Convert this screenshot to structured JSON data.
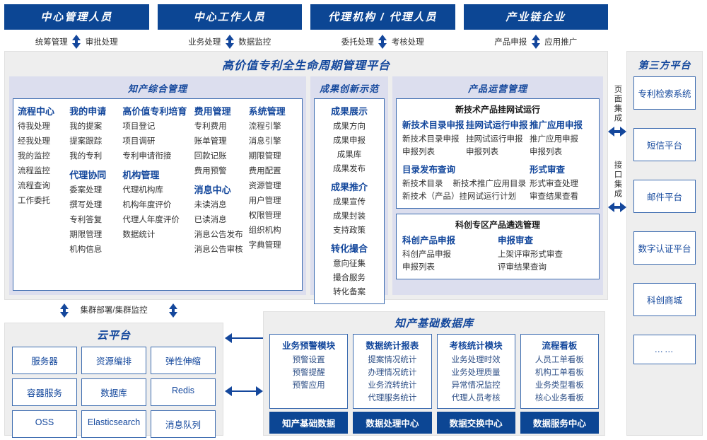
{
  "actors": [
    {
      "title": "中心管理人员",
      "subs": [
        "统筹管理",
        "审批处理"
      ]
    },
    {
      "title": "中心工作人员",
      "subs": [
        "业务处理",
        "数据监控"
      ]
    },
    {
      "title": "代理机构 / 代理人员",
      "subs": [
        "委托处理",
        "考核处理"
      ]
    },
    {
      "title": "产业链企业",
      "subs": [
        "产品申报",
        "应用推广"
      ]
    }
  ],
  "platform": {
    "title": "高价值专利全生命周期管理平台",
    "zone_a": {
      "title": "知产综合管理",
      "columns": [
        {
          "groups": [
            {
              "header": "流程中心",
              "items": [
                "待我处理",
                "经我处理",
                "我的监控",
                "流程监控",
                "流程查询",
                "工作委托"
              ]
            }
          ]
        },
        {
          "groups": [
            {
              "header": "我的申请",
              "items": [
                "我的提案",
                "提案跟踪",
                "我的专利"
              ]
            },
            {
              "header": "代理协同",
              "items": [
                "委案处理",
                "撰写处理",
                "专利答复",
                "期限管理",
                "机构信息"
              ]
            }
          ]
        },
        {
          "groups": [
            {
              "header": "高价值专利培育",
              "items": [
                "项目登记",
                "项目调研",
                "专利申请衔接"
              ]
            },
            {
              "header": "机构管理",
              "items": [
                "代理机构库",
                "机构年度评价",
                "代理人年度评价",
                "数据统计"
              ]
            }
          ]
        },
        {
          "groups": [
            {
              "header": "费用管理",
              "items": [
                "专利费用",
                "账单管理",
                "回款记账",
                "费用预警"
              ]
            },
            {
              "header": "消息中心",
              "items": [
                "未读消息",
                "已读消息",
                "消息公告发布",
                "消息公告审核"
              ]
            }
          ]
        },
        {
          "groups": [
            {
              "header": "系统管理",
              "items": [
                "流程引擎",
                "消息引擎",
                "期限管理",
                "费用配置",
                "资源管理",
                "用户管理",
                "权限管理",
                "组织机构",
                "字典管理"
              ]
            }
          ]
        }
      ]
    },
    "zone_b": {
      "title": "成果创新示范",
      "groups": [
        {
          "header": "成果展示",
          "items": [
            "成果方向",
            "成果申报",
            "成果库",
            "成果发布"
          ]
        },
        {
          "header": "成果推介",
          "items": [
            "成果宣传",
            "成果封装",
            "支持政策"
          ]
        },
        {
          "header": "转化撮合",
          "items": [
            "意向征集",
            "撮合服务",
            "转化备案"
          ]
        }
      ]
    },
    "zone_c": {
      "title": "产品运营管理",
      "boxes": [
        {
          "title": "新技术产品挂网试运行",
          "row1": [
            {
              "header": "新技术目录申报",
              "items": [
                "新技术目录申报",
                "申报列表"
              ]
            },
            {
              "header": "挂网试运行申报",
              "items": [
                "挂网试运行申报",
                "申报列表"
              ]
            },
            {
              "header": "推广应用申报",
              "items": [
                "推广应用申报",
                "申报列表"
              ]
            }
          ],
          "row2_left": {
            "header": "目录发布查询",
            "inline": [
              "新技术目录",
              "新技术推广应用目录"
            ],
            "items": [
              "新技术（产品）挂网试运行计划"
            ]
          },
          "row2_right": {
            "header": "形式审查",
            "items": [
              "形式审查处理",
              "审查结果查看"
            ]
          }
        },
        {
          "title": "科创专区产品遴选管理",
          "row1": [
            {
              "header": "科创产品申报",
              "items": [
                "科创产品申报",
                "申报列表"
              ]
            },
            {
              "header": "申报审查",
              "items": [
                "上架评审形式审查",
                "评审结果查询"
              ]
            }
          ]
        }
      ]
    }
  },
  "integration": {
    "page_label": "页面集成",
    "api_label": "接口集成"
  },
  "third_party": {
    "title": "第三方平台",
    "items": [
      "专利检索系统",
      "短信平台",
      "邮件平台",
      "数字认证平台",
      "科创商城",
      "……"
    ]
  },
  "cluster": {
    "label": "集群部署/集群监控"
  },
  "cloud": {
    "title": "云平台",
    "cells": [
      "服务器",
      "资源编排",
      "弹性伸缩",
      "容器服务",
      "数据库",
      "Redis",
      "OSS",
      "Elasticsearch",
      "消息队列"
    ]
  },
  "database": {
    "title": "知产基础数据库",
    "columns": [
      {
        "header": "业务预警模块",
        "items": [
          "预警设置",
          "预警提醒",
          "预警应用"
        ],
        "footer": "知产基础数据"
      },
      {
        "header": "数据统计报表",
        "items": [
          "提案情况统计",
          "办理情况统计",
          "业务流转统计",
          "代理服务统计"
        ],
        "footer": "数据处理中心"
      },
      {
        "header": "考核统计模块",
        "items": [
          "业务处理时效",
          "业务处理质量",
          "异常情况监控",
          "代理人员考核"
        ],
        "footer": "数据交换中心"
      },
      {
        "header": "流程看板",
        "items": [
          "人员工单看板",
          "机构工单看板",
          "业务类型看板",
          "核心业务看板"
        ],
        "footer": "数据服务中心"
      }
    ]
  },
  "colors": {
    "header_blue": "#0c4694",
    "title_blue": "#13479c",
    "border_blue": "#3d6cb0",
    "panel_gray": "#eeeeee",
    "zone_lavender": "#dcdeee"
  }
}
